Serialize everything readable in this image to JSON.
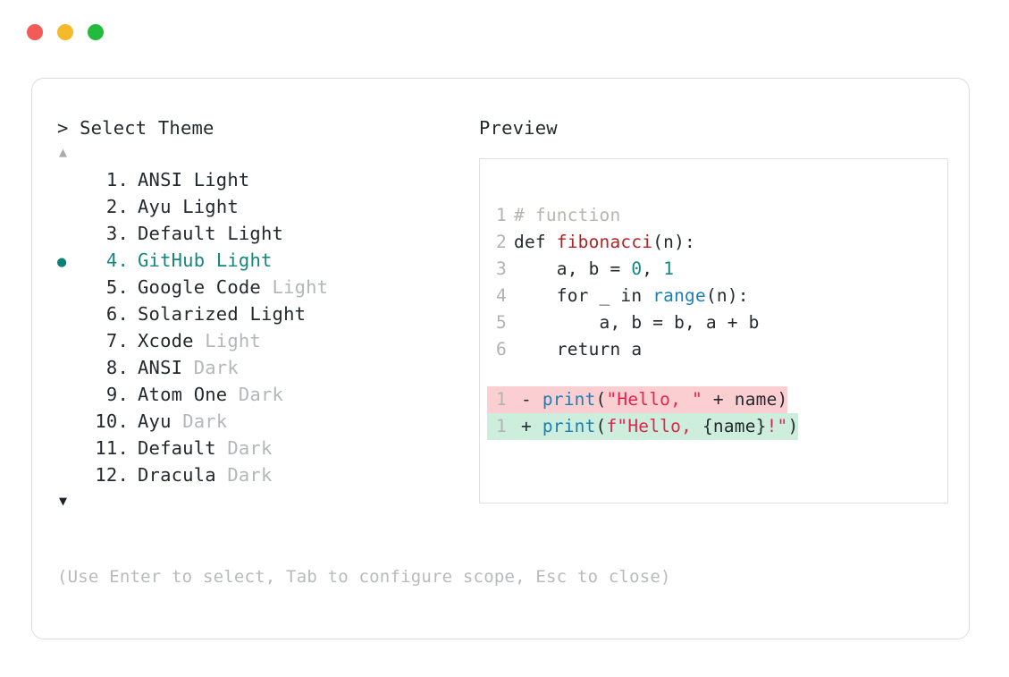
{
  "window": {
    "traffic_lights": [
      {
        "name": "close",
        "color": "#f45b56"
      },
      {
        "name": "minimize",
        "color": "#f5b92a"
      },
      {
        "name": "maximize",
        "color": "#22bb3b"
      }
    ]
  },
  "selector": {
    "prompt": "> Select Theme",
    "scroll_up_icon": "▲",
    "scroll_down_icon": "▼",
    "selected_bullet": "●",
    "accent_color": "#15867c",
    "items": [
      {
        "number": "1.",
        "name": "ANSI",
        "variant": "Light",
        "variant_muted": false,
        "selected": false
      },
      {
        "number": "2.",
        "name": "Ayu",
        "variant": "Light",
        "variant_muted": false,
        "selected": false
      },
      {
        "number": "3.",
        "name": "Default",
        "variant": "Light",
        "variant_muted": false,
        "selected": false
      },
      {
        "number": "4.",
        "name": "GitHub",
        "variant": "Light",
        "variant_muted": false,
        "selected": true
      },
      {
        "number": "5.",
        "name": "Google Code",
        "variant": "Light",
        "variant_muted": true,
        "selected": false
      },
      {
        "number": "6.",
        "name": "Solarized",
        "variant": "Light",
        "variant_muted": false,
        "selected": false
      },
      {
        "number": "7.",
        "name": "Xcode",
        "variant": "Light",
        "variant_muted": true,
        "selected": false
      },
      {
        "number": "8.",
        "name": "ANSI",
        "variant": "Dark",
        "variant_muted": true,
        "selected": false
      },
      {
        "number": "9.",
        "name": "Atom One",
        "variant": "Dark",
        "variant_muted": true,
        "selected": false
      },
      {
        "number": "10.",
        "name": "Ayu",
        "variant": "Dark",
        "variant_muted": true,
        "selected": false
      },
      {
        "number": "11.",
        "name": "Default",
        "variant": "Dark",
        "variant_muted": true,
        "selected": false
      },
      {
        "number": "12.",
        "name": "Dracula",
        "variant": "Dark",
        "variant_muted": true,
        "selected": false
      }
    ],
    "hint": "(Use Enter to select, Tab to configure scope, Esc to close)"
  },
  "preview": {
    "label": "Preview",
    "code_lines": [
      {
        "ln": "1",
        "tokens": [
          {
            "t": "# function",
            "c": "comment"
          }
        ]
      },
      {
        "ln": "2",
        "tokens": [
          {
            "t": "def ",
            "c": "kw"
          },
          {
            "t": "fibonacci",
            "c": "fn"
          },
          {
            "t": "(n):",
            "c": "punct"
          }
        ]
      },
      {
        "ln": "3",
        "tokens": [
          {
            "t": "    a, b = ",
            "c": "plain"
          },
          {
            "t": "0",
            "c": "num"
          },
          {
            "t": ", ",
            "c": "plain"
          },
          {
            "t": "1",
            "c": "num"
          }
        ]
      },
      {
        "ln": "4",
        "tokens": [
          {
            "t": "    for _ in ",
            "c": "kw"
          },
          {
            "t": "range",
            "c": "builtin"
          },
          {
            "t": "(n):",
            "c": "punct"
          }
        ]
      },
      {
        "ln": "5",
        "tokens": [
          {
            "t": "        a, b = b, a + b",
            "c": "plain"
          }
        ]
      },
      {
        "ln": "6",
        "tokens": [
          {
            "t": "    return a",
            "c": "kw"
          }
        ]
      }
    ],
    "diff_lines": [
      {
        "ln": "1",
        "sign": "-",
        "kind": "del",
        "bg": "#fbcfd2",
        "tokens": [
          {
            "t": "print",
            "c": "builtin"
          },
          {
            "t": "(",
            "c": "punct"
          },
          {
            "t": "\"Hello, \"",
            "c": "str"
          },
          {
            "t": " + name)",
            "c": "plain"
          }
        ]
      },
      {
        "ln": "1",
        "sign": "+",
        "kind": "add",
        "bg": "#cdeedc",
        "tokens": [
          {
            "t": "print",
            "c": "builtin"
          },
          {
            "t": "(",
            "c": "punct"
          },
          {
            "t": "f\"Hello, ",
            "c": "str"
          },
          {
            "t": "{name}",
            "c": "plain"
          },
          {
            "t": "!\"",
            "c": "str"
          },
          {
            "t": ")",
            "c": "punct"
          }
        ]
      }
    ]
  }
}
